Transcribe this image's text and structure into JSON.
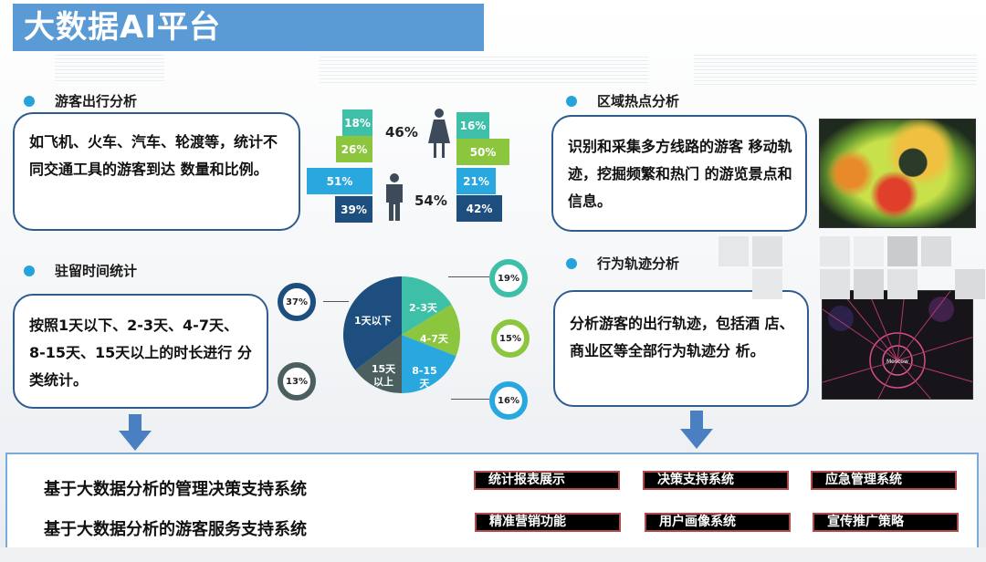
{
  "title": "大数据AI平台",
  "sections": {
    "travel": {
      "heading": "游客出行分析",
      "text": "如飞机、火车、汽车、轮渡等，统计不同交通工具的游客到达 数量和比例。"
    },
    "stay": {
      "heading": "驻留时间统计",
      "text": "按照1天以下、2-3天、4-7天、 8-15天、15天以上的时长进行 分类统计。"
    },
    "hotspot": {
      "heading": "区域热点分析",
      "text": "识别和采集多方线路的游客 移动轨迹，挖掘频繁和热门 的游览景点和信息。",
      "image_alt": "heatmap-thumbnail"
    },
    "trajectory": {
      "heading": "行为轨迹分析",
      "text": "分析游客的出行轨迹，包括酒 店、商业区等全部行为轨迹分 析。",
      "image_alt": "trajectory-map-thumbnail",
      "map_label": "Moscow"
    }
  },
  "chart_data": [
    {
      "type": "bar",
      "title": "游客出行分析 - 性别与交通方式",
      "gender": {
        "female": "46%",
        "male": "54%"
      },
      "series": [
        {
          "name": "left",
          "values": [
            "18%",
            "26%",
            "51%",
            "39%"
          ],
          "colors": [
            "#3dbfa8",
            "#8cc63f",
            "#29a8e0",
            "#1d4e7e"
          ]
        },
        {
          "name": "right",
          "values": [
            "16%",
            "50%",
            "21%",
            "42%"
          ],
          "colors": [
            "#3dbfa8",
            "#8cc63f",
            "#29a8e0",
            "#1d4e7e"
          ]
        }
      ]
    },
    {
      "type": "pie",
      "title": "驻留时间统计",
      "categories": [
        "1天以下",
        "2-3天",
        "4-7天",
        "8-15天",
        "15天以上"
      ],
      "values": [
        37,
        19,
        15,
        16,
        13
      ],
      "labels": [
        "37%",
        "19%",
        "15%",
        "16%",
        "13%"
      ],
      "colors": [
        "#1d4e7e",
        "#3dbfa8",
        "#8cc63f",
        "#29a8e0",
        "#4b5f5f"
      ]
    }
  ],
  "pie_labels": {
    "s1": "1天以下",
    "s2": "2-3天",
    "s3": "4-7天",
    "s4a": "8-15",
    "s4b": "天",
    "s5a": "15天",
    "s5b": "以上"
  },
  "bottom": {
    "systems": [
      "基于大数据分析的管理决策支持系统",
      "基于大数据分析的游客服务支持系统"
    ],
    "tags": [
      [
        "统计报表展示",
        "决策支持系统",
        "应急管理系统"
      ],
      [
        "精准营销功能",
        "用户画像系统",
        "宣传推广策略"
      ]
    ]
  },
  "colors": {
    "title_bg": "#5b9bd5",
    "card_border": "#2e5c8e",
    "bullet": "#27a3dc",
    "tag_border": "#b04a4a"
  }
}
